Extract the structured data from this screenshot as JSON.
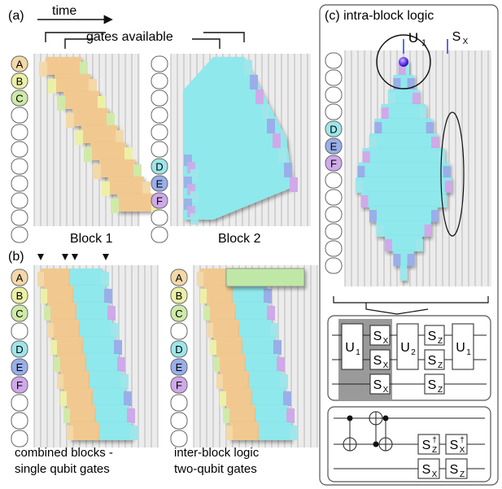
{
  "panel_a": {
    "label": "(a)",
    "time_label": "time",
    "gates_label": "gates available",
    "block1_caption": "Block 1",
    "block2_caption": "Block 2",
    "block1_qubits": [
      "A",
      "B",
      "C"
    ],
    "block2_qubits": [
      "D",
      "E",
      "F"
    ]
  },
  "panel_b": {
    "label": "(b)",
    "combined_qubits": [
      "A",
      "B",
      "C",
      "",
      "D",
      "E",
      "F"
    ],
    "caption_left_1": "combined blocks -",
    "caption_left_2": "single qubit gates",
    "caption_right_1": "inter-block logic",
    "caption_right_2": "two-qubit gates"
  },
  "panel_c": {
    "label": "(c) intra-block logic",
    "u1_label": "U",
    "u1_sub": "1",
    "sx_label": "S",
    "sx_sub": "X",
    "qubits": [
      "D",
      "E",
      "F"
    ],
    "circuit1": {
      "gates": [
        {
          "main": "U",
          "sub": "1"
        },
        {
          "main": "S",
          "sub": "X"
        },
        {
          "main": "S",
          "sub": "X"
        },
        {
          "main": "S",
          "sub": "X"
        },
        {
          "main": "U",
          "sub": "2"
        },
        {
          "main": "S",
          "sub": "Z"
        },
        {
          "main": "S",
          "sub": "Z"
        },
        {
          "main": "S",
          "sub": "Z"
        },
        {
          "main": "U",
          "sub": "1"
        }
      ]
    },
    "circuit2": {
      "gates": [
        {
          "main": "S",
          "sub": "Z",
          "sup": "†"
        },
        {
          "main": "S",
          "sub": "X",
          "sup": "†"
        },
        {
          "main": "S",
          "sub": "X"
        },
        {
          "main": "S",
          "sub": "Z"
        }
      ]
    }
  },
  "colors": {
    "A": "#f3d8a8",
    "B": "#ecf0a6",
    "C": "#cfeaa8",
    "D": "#9ee6ea",
    "E": "#9aaee9",
    "F": "#cfa9e9",
    "orange_band": "#f1c990",
    "cyan_block": "#8fe8ec",
    "green_bar": "#bfe8a6",
    "grid_bg": "#ececec",
    "grid_line": "#b8b8b8",
    "arrow_blue": "#1e3cf0"
  }
}
